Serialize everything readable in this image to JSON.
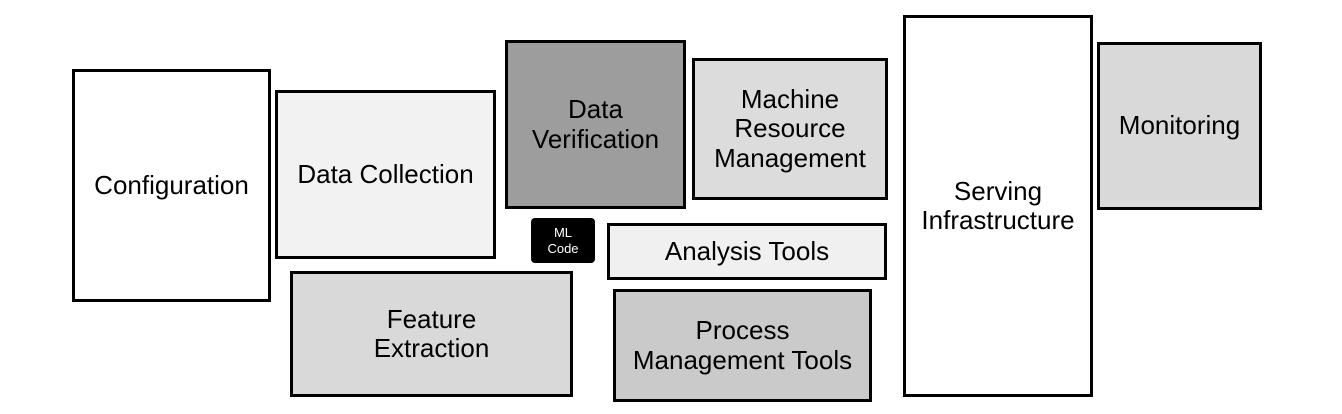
{
  "diagram": {
    "description_colors": {
      "background": "#ffffff",
      "border": "#000000",
      "white_box_fill": "#ffffff",
      "very_light_gray_fill": "#f2f2f2",
      "light_gray_fill": "#d9d9d9",
      "medium_light_gray_fill": "#cacaca",
      "medium_gray_fill": "#9d9d9d",
      "ml_code_fill": "#000000",
      "ml_code_text": "#ffffff"
    }
  },
  "boxes": {
    "configuration": {
      "label": "Configuration",
      "fill": "#ffffff"
    },
    "data_collection": {
      "label": "Data Collection",
      "fill": "#f2f2f2"
    },
    "data_verification": {
      "label": "Data\nVerification",
      "fill": "#9d9d9d"
    },
    "ml_code": {
      "label": "ML\nCode",
      "fill": "#000000",
      "text_color": "#ffffff"
    },
    "machine_resource_management": {
      "label": "Machine\nResource\nManagement",
      "fill": "#dcdcdc"
    },
    "analysis_tools": {
      "label": "Analysis Tools",
      "fill": "#f0f0f0"
    },
    "feature_extraction": {
      "label": "Feature\nExtraction",
      "fill": "#d9d9d9"
    },
    "process_management_tools": {
      "label": "Process\nManagement Tools",
      "fill": "#cacaca"
    },
    "serving_infrastructure": {
      "label": "Serving\nInfrastructure",
      "fill": "#ffffff"
    },
    "monitoring": {
      "label": "Monitoring",
      "fill": "#d9d9d9"
    }
  }
}
